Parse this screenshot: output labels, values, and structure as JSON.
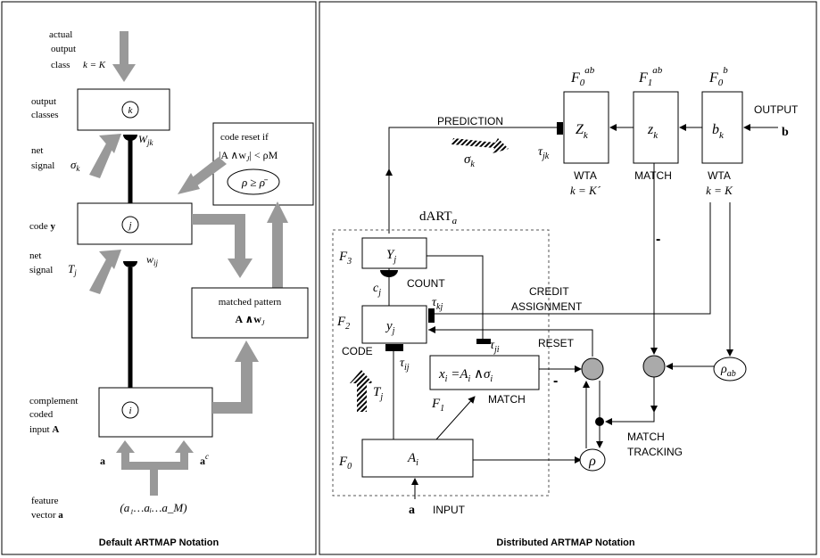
{
  "left": {
    "caption": "Default ARTMAP Notation",
    "actual_output_l1": "actual",
    "actual_output_l2": "output",
    "actual_output_l3": "class",
    "k_eq_K": "k = K",
    "output_classes_l1": "output",
    "output_classes_l2": "classes",
    "k": "k",
    "net_signal_l1": "net",
    "net_signal_l2": "signal",
    "sigma_k": "σ",
    "sigma_k_sub": "k",
    "W_jk": "W",
    "W_jk_sub": "jk",
    "code_y": "code ",
    "code_y_bold": "y",
    "j": "j",
    "net2_l1": "net",
    "net2_l2": "signal",
    "T_j": "T",
    "T_j_sub": "j",
    "w_ij": "w",
    "w_ij_sub": "ij",
    "code_reset_l1": "code reset if",
    "code_reset_l2": "|A ∧w",
    "code_reset_l2_sub": "J",
    "code_reset_l2_rest": "| < ρM",
    "rho_cond": "ρ ≥ ρ̄",
    "matched_l1": "matched pattern",
    "matched_l2": "A ∧w",
    "matched_l2_sub": "J",
    "complement_l1": "complement",
    "complement_l2": "coded",
    "complement_l3": "input ",
    "complement_l3_bold": "A",
    "i": "i",
    "a_left": "a",
    "a_right": "a",
    "a_right_sup": "c",
    "feature_l1": "feature",
    "feature_l2": "vector ",
    "feature_l2_bold": "a",
    "vector": "(a₁…aᵢ…a_M)"
  },
  "right": {
    "caption": "Distributed ARTMAP Notation",
    "F0ab": "F",
    "F0ab_sub": "0",
    "F0ab_sup": "ab",
    "F1ab": "F",
    "F1ab_sub": "1",
    "F1ab_sup": "ab",
    "F0b": "F",
    "F0b_sub": "0",
    "F0b_sup": "b",
    "prediction": "PREDICTION",
    "output": "OUTPUT",
    "b_bold": "b",
    "Zk": "Z",
    "Zk_sub": "k",
    "zk": "z",
    "zk_sub": "k",
    "bk": "b",
    "bk_sub": "k",
    "tau_jk": "τ",
    "tau_jk_sub": "jk",
    "sigma_k": "σ",
    "sigma_k_sub": "k",
    "wta1": "WTA",
    "k_eq_Kp": "k = K´",
    "match_top": "MATCH",
    "wta2": "WTA",
    "k_eq_K": "k = K",
    "dART": "dART",
    "dART_sub": "a",
    "F3": "F",
    "F3_sub": "3",
    "Yj": "Y",
    "Yj_sub": "j",
    "cj": "c",
    "cj_sub": "j",
    "count": "COUNT",
    "tau_kj": "τ",
    "tau_kj_sub": "kj",
    "credit_l1": "CREDIT",
    "credit_l2": "ASSIGNMENT",
    "minus_top": "-",
    "F2": "F",
    "F2_sub": "2",
    "yj": "y",
    "yj_sub": "j",
    "tau_ji": "τ",
    "tau_ji_sub": "ji",
    "reset": "RESET",
    "code": "CODE",
    "tau_ij": "τ",
    "tau_ij_sub": "ij",
    "xi_expr": "x",
    "xi_expr_sub": "i",
    "xi_expr_mid": " =A",
    "xi_expr_sub2": "i",
    "xi_expr_end": " ∧σ",
    "xi_expr_sub3": "i",
    "minus_mid": "-",
    "Tj": "T",
    "Tj_sub": "j",
    "F1": "F",
    "F1_sub": "1",
    "match_mid": "MATCH",
    "rho_ab": "ρ",
    "rho_ab_sub": "ab",
    "match_tracking_l1": "MATCH",
    "match_tracking_l2": "TRACKING",
    "F0": "F",
    "F0_sub": "0",
    "Ai": "A",
    "Ai_sub": "i",
    "rho": "ρ",
    "a_bold": "a",
    "input": "INPUT"
  }
}
